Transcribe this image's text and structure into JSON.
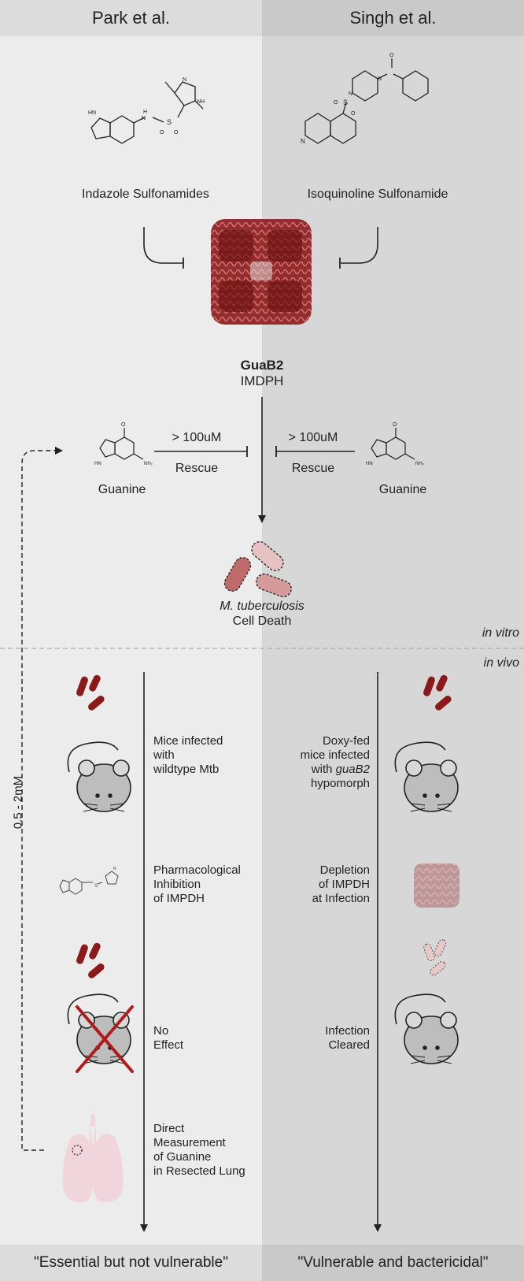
{
  "headers": {
    "left": "Park et al.",
    "right": "Singh et al."
  },
  "compounds": {
    "left": "Indazole Sulfonamides",
    "right": "Isoquinoline Sulfonamide"
  },
  "target": {
    "name": "GuaB2",
    "subtitle": "IMDPH"
  },
  "rescue": {
    "concentration": "> 100uM",
    "label": "Rescue",
    "guanine_label": "Guanine"
  },
  "outcome": {
    "organism": "M. tuberculosis",
    "result": "Cell Death"
  },
  "sections": {
    "in_vitro": "in vitro",
    "in_vivo": "in vivo"
  },
  "side_label": "0.5 - 2mM",
  "left_steps": [
    {
      "lines": [
        "Mice infected",
        "with",
        "wildtype Mtb"
      ]
    },
    {
      "lines": [
        "Pharmacological",
        "Inhibition",
        "of IMPDH"
      ]
    },
    {
      "lines": [
        "No",
        "Effect"
      ]
    },
    {
      "lines": [
        "Direct",
        "Measurement",
        "of Guanine",
        "in Resected Lung"
      ]
    }
  ],
  "right_steps": [
    {
      "lines": [
        "Doxy-fed",
        "mice infected",
        "with ",
        "guaB2",
        "hypomorph"
      ]
    },
    {
      "lines": [
        "Depletion",
        "of IMPDH",
        "at Infection"
      ]
    },
    {
      "lines": [
        "Infection",
        "Cleared"
      ]
    }
  ],
  "footers": {
    "left": "\"Essential but not vulnerable\"",
    "right": "\"Vulnerable and bactericidal\""
  },
  "colors": {
    "bacteria": "#8b1a1a",
    "protein": "#a83232",
    "lung": "#f0d6dc",
    "cross": "#b01c1c"
  }
}
